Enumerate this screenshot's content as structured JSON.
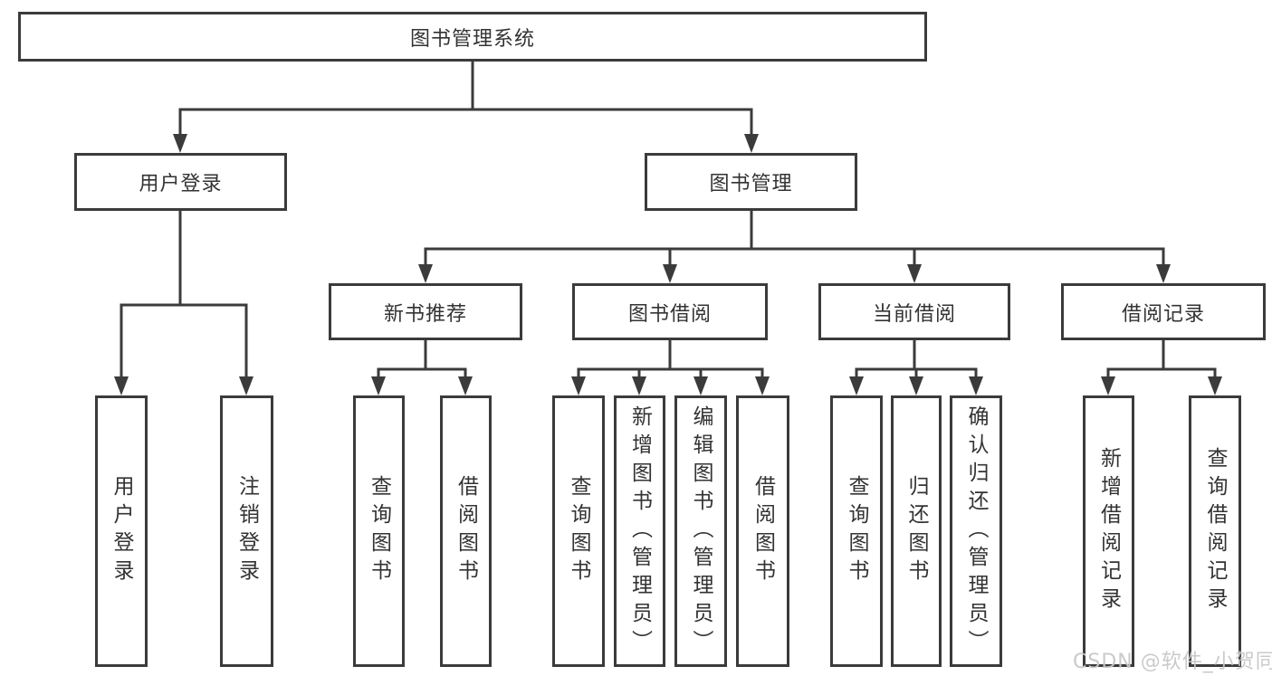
{
  "tree": {
    "label": "图书管理系统",
    "children": [
      {
        "label": "用户登录",
        "children": [
          "用户登录",
          "注销登录"
        ]
      },
      {
        "label": "图书管理",
        "children": [
          {
            "label": "新书推荐",
            "children": [
              "查询图书",
              "借阅图书"
            ]
          },
          {
            "label": "图书借阅",
            "children": [
              "查询图书",
              "新增图书（管理员）",
              "编辑图书（管理员）",
              "借阅图书"
            ]
          },
          {
            "label": "当前借阅",
            "children": [
              "查询图书",
              "归还图书",
              "确认归还（管理员）"
            ]
          },
          {
            "label": "借阅记录",
            "children": [
              "新增借阅记录",
              "查询借阅记录"
            ]
          }
        ]
      }
    ]
  },
  "watermark": {
    "text": "CSDN @软件_小贺同学"
  },
  "colors": {
    "line": "#3b3b3b",
    "text": "#333333",
    "watermark": "#c8c8c8"
  }
}
